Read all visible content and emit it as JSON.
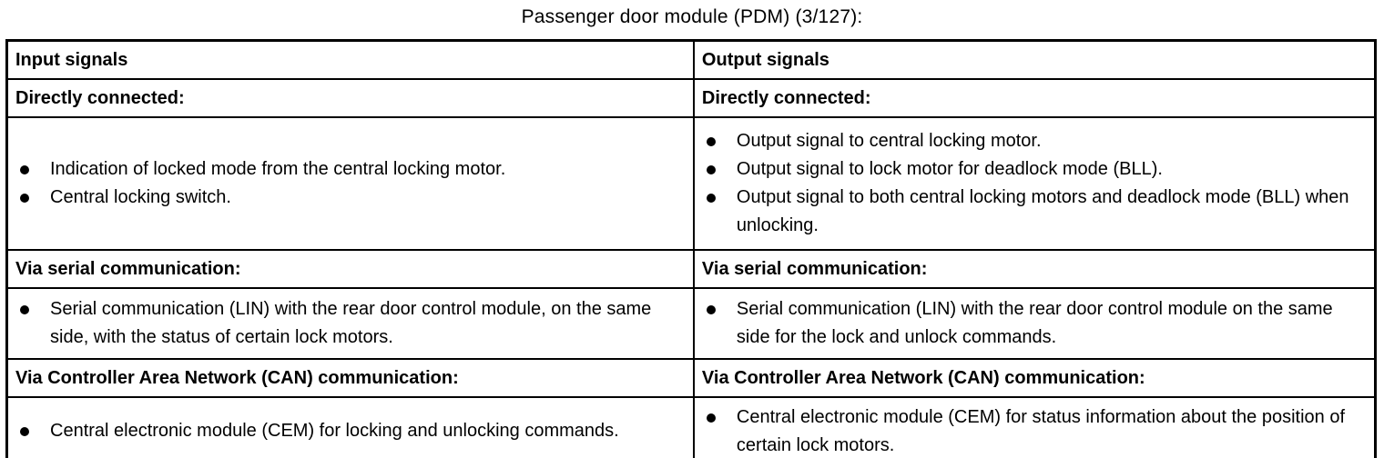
{
  "title": "Passenger door module (PDM) (3/127):",
  "table": {
    "columns": [
      {
        "header": "Input signals",
        "sections": [
          {
            "heading": "Directly connected:",
            "items": [
              "Indication of locked mode from the central locking motor.",
              "Central locking switch."
            ]
          },
          {
            "heading": "Via serial communication:",
            "items": [
              "Serial communication (LIN) with the rear door control module, on the same side, with the status of certain lock motors."
            ]
          },
          {
            "heading": "Via Controller Area Network (CAN) communication:",
            "items": [
              "Central electronic module (CEM) for locking and unlocking commands."
            ]
          }
        ]
      },
      {
        "header": "Output signals",
        "sections": [
          {
            "heading": "Directly connected:",
            "items": [
              "Output signal to central locking motor.",
              "Output signal to lock motor for deadlock mode (BLL).",
              "Output signal to both central locking motors and deadlock mode (BLL) when unlocking."
            ]
          },
          {
            "heading": "Via serial communication:",
            "items": [
              "Serial communication (LIN) with the rear door control module on the same side for the lock and unlock commands."
            ]
          },
          {
            "heading": "Via Controller Area Network (CAN) communication:",
            "items": [
              "Central electronic module (CEM) for status information about the position of certain lock motors."
            ]
          }
        ]
      }
    ]
  }
}
